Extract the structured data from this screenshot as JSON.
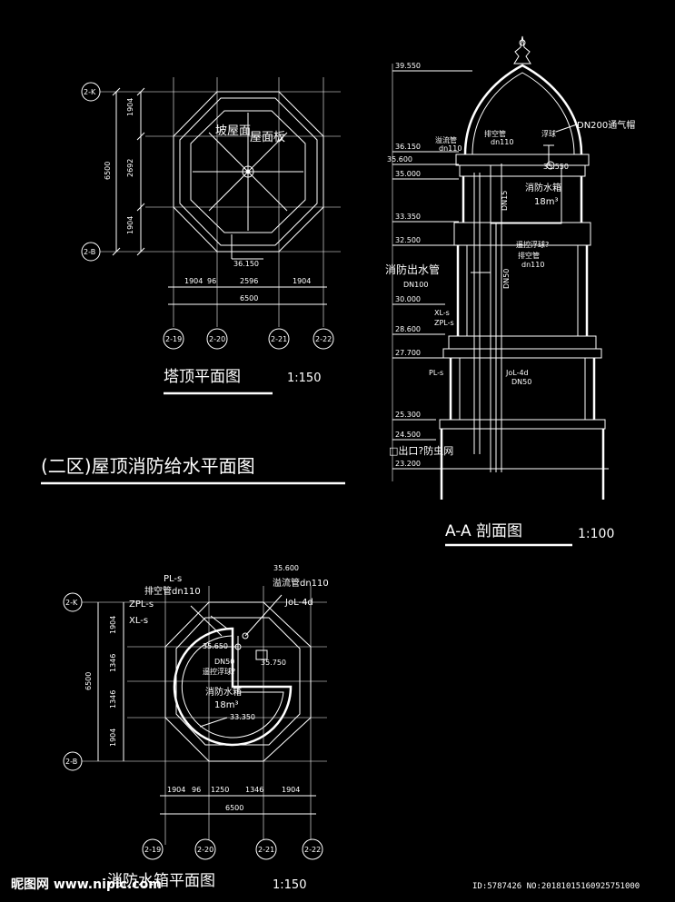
{
  "main_title": "(二区)屋顶消防给水平面图",
  "plan_top": {
    "title": "塔顶平面图",
    "scale": "1:150",
    "axis_left": [
      "2-K",
      "2-B"
    ],
    "axis_bottom": [
      "2-19",
      "2-20",
      "2-21",
      "2-22"
    ],
    "dims_vertical": [
      "1904",
      "2692",
      "1904"
    ],
    "dim_total_vertical": "6500",
    "dims_horizontal": [
      "1904",
      "96",
      "2596",
      "1904"
    ],
    "dim_total_horizontal": "6500",
    "label_slope": "坡屋面",
    "label_roof": "屋面板",
    "elev": "36.150"
  },
  "section": {
    "title": "A-A 剖面图",
    "scale": "1:100",
    "elevations": [
      "39.550",
      "36.150",
      "35.600",
      "35.000",
      "33.350",
      "32.500",
      "30.000",
      "28.600",
      "27.700",
      "25.300",
      "24.500",
      "23.200"
    ],
    "labels": {
      "overflow": "溢流管",
      "dn110_a": "dn110",
      "vent": "排空管",
      "dn110_b": "dn110",
      "float": "浮球",
      "dn200": "DN200通气帽",
      "elev_inner": "35.550",
      "tank": "消防水箱",
      "tank_vol": "18m³",
      "remote_float": "遥控浮球?",
      "vent2": "排空管",
      "dn110_c": "dn110",
      "fire_out": "消防出水管",
      "dn100": "DN100",
      "xl": "XL-s",
      "zpl": "ZPL-s",
      "pl": "PL-s",
      "jol": "JoL-4d",
      "dn50": "DN50",
      "outlet": "□出口?防虫网",
      "dn50_v": "DN50",
      "dn15": "DN15"
    }
  },
  "plan_tank": {
    "title": "消防水箱平面图",
    "scale": "1:150",
    "axis_left": [
      "2-K",
      "2-B"
    ],
    "axis_bottom": [
      "2-19",
      "2-20",
      "2-21",
      "2-22"
    ],
    "dims_vertical": [
      "1904",
      "1346",
      "1346",
      "1904"
    ],
    "dim_total_vertical": "6500",
    "dims_horizontal": [
      "1904",
      "96",
      "1250",
      "1346",
      "1904"
    ],
    "dim_total_horizontal": "6500",
    "labels": {
      "pl": "PL-s",
      "vent": "排空管dn110",
      "zpl": "ZPL-s",
      "xl": "XL-s",
      "elev1": "35.600",
      "overflow": "溢流管dn110",
      "jol": "JoL-4d",
      "elev2": "35.650",
      "dn50": "DN50",
      "remote": "遥控浮球?",
      "elev3": "35.750",
      "tank": "消防水箱",
      "vol": "18m³",
      "elev4": "33.350"
    }
  },
  "watermark": {
    "left": "昵图网 www.nipic.com",
    "right": "ID:5787426 NO:20181015160925751000"
  }
}
